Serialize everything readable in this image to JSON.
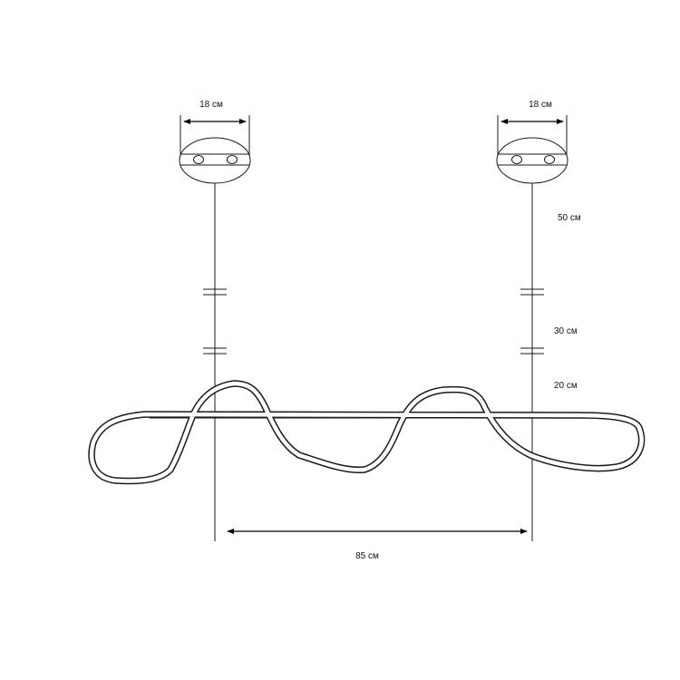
{
  "dimensions": {
    "canopy_left_width": "18 см",
    "canopy_right_width": "18 см",
    "cable_upper": "50 см",
    "cable_middle": "30 см",
    "cable_lower": "20 см",
    "suspension_spacing": "85 см"
  },
  "colors": {
    "line": "#1a1a1a",
    "background": "#ffffff"
  }
}
